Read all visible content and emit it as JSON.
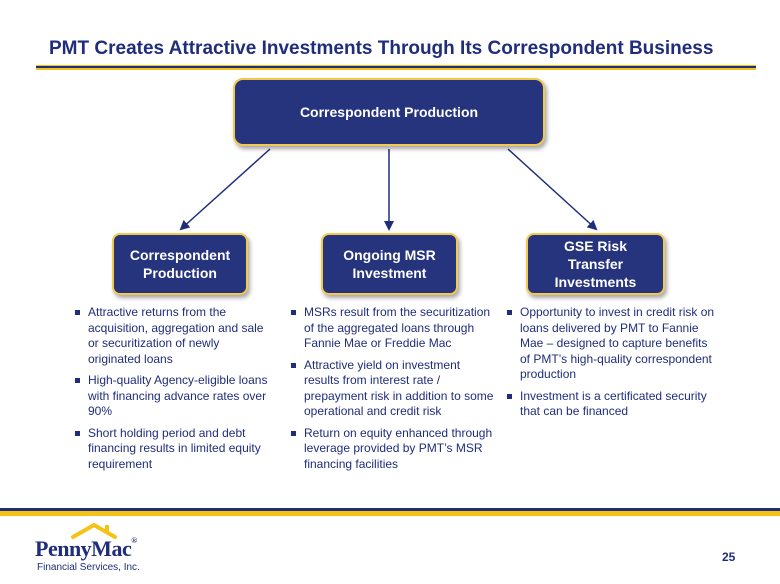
{
  "title": "PMT Creates Attractive Investments Through Its Correspondent Business",
  "top_box": "Correspondent Production",
  "columns": [
    {
      "heading_lines": [
        "Correspondent",
        "Production"
      ],
      "bullets": [
        "Attractive returns from the acquisition, aggregation and sale or securitization of newly originated loans",
        "High-quality Agency-eligible loans with financing advance rates over 90%",
        "Short holding period and debt financing results in limited equity requirement"
      ]
    },
    {
      "heading_lines": [
        "Ongoing MSR",
        "Investment"
      ],
      "bullets": [
        "MSRs result from the securitization of the aggregated loans through Fannie Mae or Freddie Mac",
        "Attractive yield on investment results from interest rate / prepayment risk in addition to some operational and credit risk",
        "Return on equity enhanced through leverage provided by PMT’s MSR financing facilities"
      ]
    },
    {
      "heading_lines": [
        "GSE Risk",
        "Transfer",
        "Investments"
      ],
      "bullets": [
        "Opportunity to invest in credit risk on loans delivered by PMT to Fannie Mae – designed to capture benefits of PMT’s high-quality correspondent production",
        "Investment is a certificated security that can be financed"
      ]
    }
  ],
  "logo": {
    "word": "PennyMac",
    "registered": "®",
    "subtitle": "Financial Services, Inc."
  },
  "page_number": "25",
  "colors": {
    "navy": "#1f2d7b",
    "box_fill": "#26337d",
    "gold": "#f5c316"
  }
}
